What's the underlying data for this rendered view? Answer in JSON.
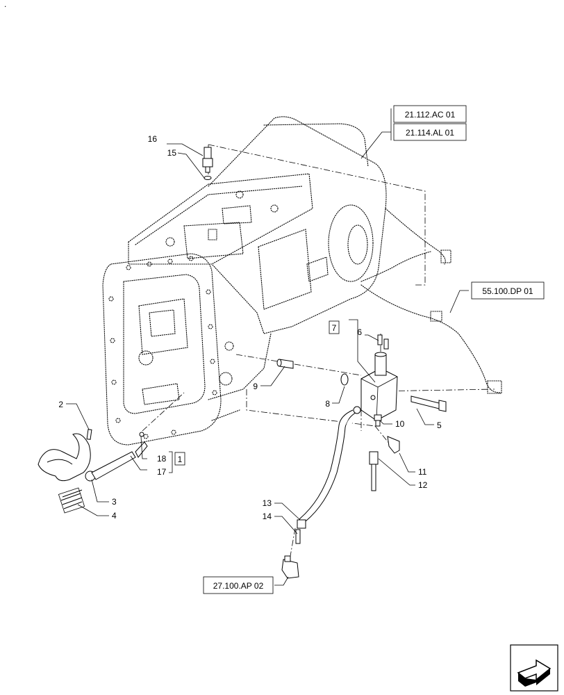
{
  "callouts": {
    "c1": "1",
    "c2": "2",
    "c3": "3",
    "c4": "4",
    "c5": "5",
    "c6": "6",
    "c7": "7",
    "c8": "8",
    "c9": "9",
    "c10": "10",
    "c11": "11",
    "c12": "12",
    "c13": "13",
    "c14": "14",
    "c15": "15",
    "c16": "16",
    "c17": "17",
    "c18": "18"
  },
  "references": {
    "ref_21112": "21.112.AC 01",
    "ref_21114": "21.114.AL 01",
    "ref_55100": "55.100.DP 01",
    "ref_27100": "27.100.AP 02"
  },
  "corner_mark": "."
}
